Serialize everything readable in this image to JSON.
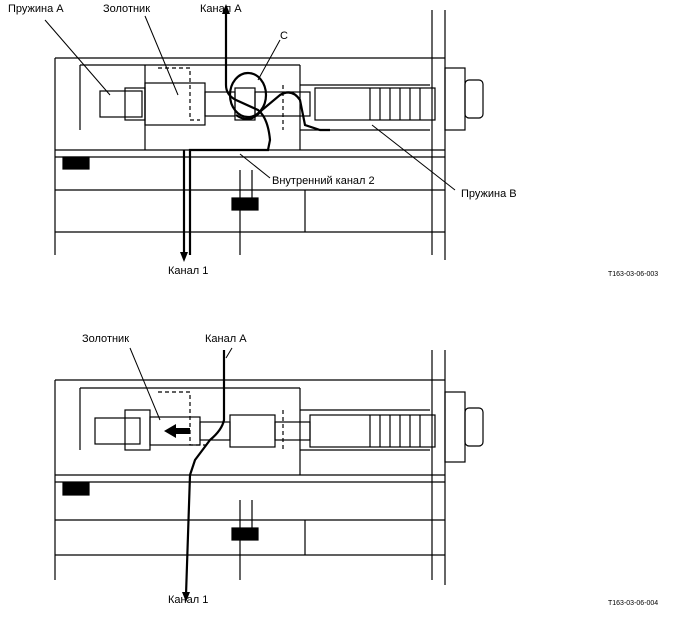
{
  "figure_top": {
    "labels": {
      "spring_a": "Пружина А",
      "spool": "Золотник",
      "channel_a": "Канал А",
      "c_mark": "C",
      "inner_channel_2": "Внутренний канал 2",
      "spring_b": "Пружина В",
      "channel_1": "Канал 1"
    },
    "code": "T163-03-06-003"
  },
  "figure_bottom": {
    "labels": {
      "spool": "Золотник",
      "channel_a": "Канал А",
      "channel_1": "Канал 1"
    },
    "code": "T163-03-06-004"
  },
  "colors": {
    "line": "#000000",
    "background": "#ffffff"
  },
  "icons": [
    "arrow-left-icon"
  ]
}
